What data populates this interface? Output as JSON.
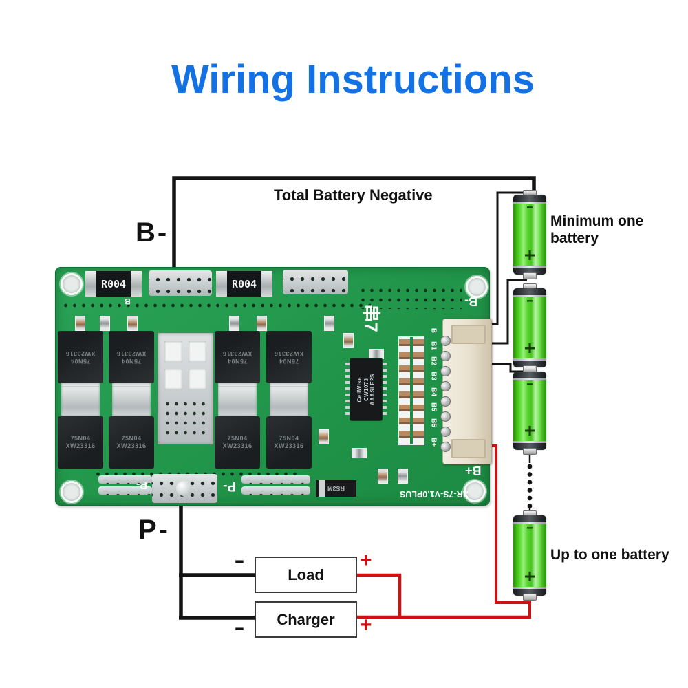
{
  "title": "Wiring Instructions",
  "colors": {
    "title_blue": "#1371e4",
    "wire_black": "#131313",
    "wire_red": "#d01113",
    "battery_green": "#4bd122",
    "pcb_green": "#249a50"
  },
  "diagram": {
    "total_battery_negative": "Total Battery Negative",
    "b_minus_label": "B-",
    "p_minus_label": "P-",
    "minimum_battery_l1": "Minimum one",
    "minimum_battery_l2": "battery",
    "up_to_battery": "Up to one battery",
    "load_label": "Load",
    "charger_label": "Charger",
    "load_minus": "-",
    "load_plus": "+",
    "charger_minus": "-",
    "charger_plus": "+"
  },
  "battery": {
    "minus": "-",
    "plus": "+"
  },
  "pcb": {
    "shunt_label": "R004",
    "mosfet_line1": "75N04",
    "mosfet_line2": "XW23316",
    "ic_line1": "CellWise",
    "ic_line2": "CW1073",
    "ic_line3": "AAASLE2S",
    "series_mark": "串7",
    "silk_b": "B",
    "silk_b_minus": "B-",
    "silk_b_plus": "B+",
    "silk_p_minus": "P-",
    "diode_label": "RS3M",
    "board_id": "XR-7S-V1.0PLUS",
    "pin_labels": [
      "B",
      "B1",
      "B2",
      "B3",
      "B4",
      "B5",
      "B6",
      "B+"
    ]
  }
}
